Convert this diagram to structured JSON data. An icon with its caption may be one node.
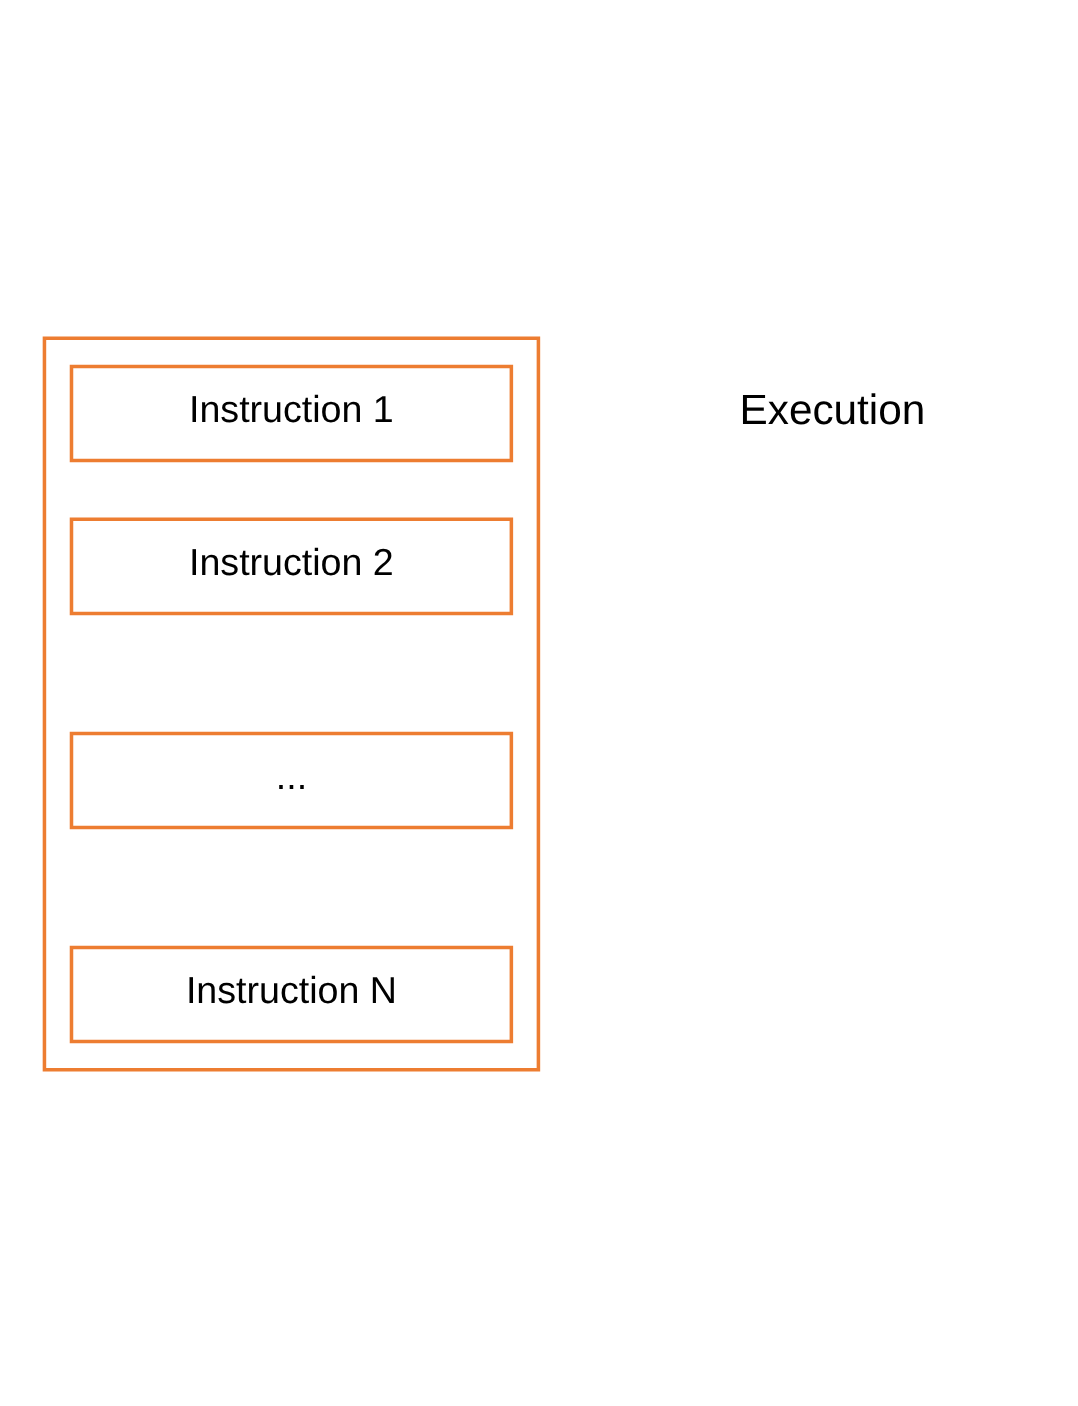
{
  "diagram": {
    "nodes": [
      {
        "text": [],
        "shape": "box"
      },
      {
        "text": [
          "Instruction 1"
        ],
        "in": 0
      },
      {
        "text": [
          "Instruction 2"
        ],
        "in": 0
      },
      {
        "text": [
          "..."
        ],
        "in": 0
      },
      {
        "text": [
          "Instruction N"
        ],
        "in": 0
      }
    ],
    "edges": [],
    "labels": [
      "Execution"
    ]
  }
}
